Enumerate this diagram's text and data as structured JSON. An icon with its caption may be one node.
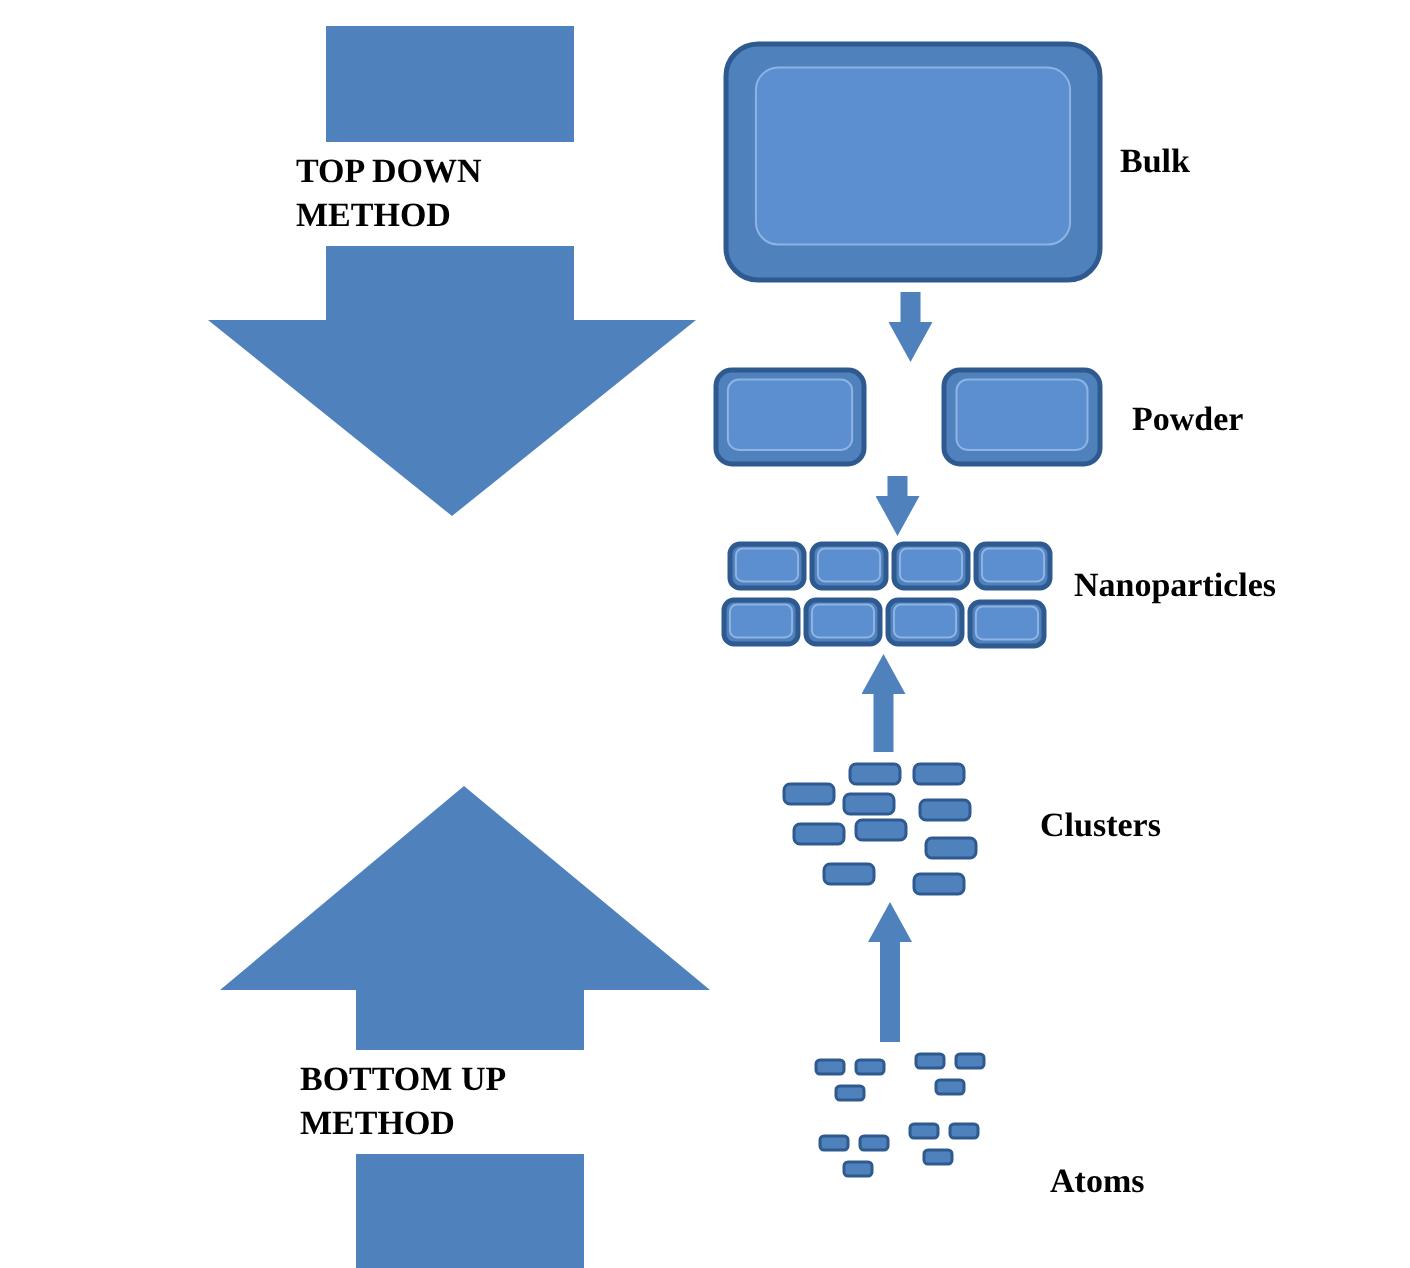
{
  "diagram": {
    "nodes": [
      {
        "text": [
          "TOP DOWN METHOD"
        ]
      },
      {
        "text": [
          "Bulk"
        ]
      },
      {
        "text": [
          "Powder"
        ]
      },
      {
        "text": [
          "Nanoparticles"
        ]
      },
      {
        "text": [
          "Clusters"
        ]
      },
      {
        "text": [
          "Atoms"
        ]
      },
      {
        "text": [
          "BOTTOM UP METHOD"
        ]
      }
    ],
    "edges": [
      {
        "from": 1,
        "to": 2,
        "arrow": "to"
      },
      {
        "from": 2,
        "to": 3,
        "arrow": "to"
      },
      {
        "from": 4,
        "to": 3,
        "arrow": "to"
      },
      {
        "from": 5,
        "to": 4,
        "arrow": "to"
      }
    ]
  }
}
